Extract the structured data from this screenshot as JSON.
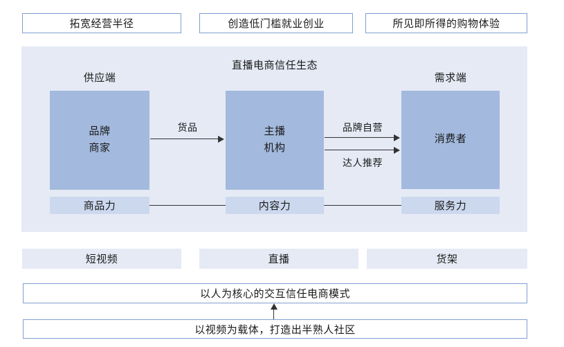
{
  "diagram": {
    "top_outcomes": [
      {
        "label": "拓宽经营半径"
      },
      {
        "label": "创造低门槛就业创业"
      },
      {
        "label": "所见即所得的购物体验"
      }
    ],
    "ecosystem": {
      "title": "直播电商信任生态",
      "supply_label": "供应端",
      "demand_label": "需求端",
      "actors": [
        {
          "line1": "品牌",
          "line2": "商家"
        },
        {
          "line1": "主播",
          "line2": "机构"
        },
        {
          "line1": "消费者",
          "line2": ""
        }
      ],
      "flows": [
        {
          "label": "货品"
        },
        {
          "label": "品牌自营"
        },
        {
          "label": "达人推荐"
        }
      ],
      "capabilities": [
        {
          "label": "商品力"
        },
        {
          "label": "内容力"
        },
        {
          "label": "服务力"
        }
      ]
    },
    "platforms": [
      {
        "label": "短视频"
      },
      {
        "label": "直播"
      },
      {
        "label": "货架"
      }
    ],
    "statements": [
      {
        "label": "以人为核心的交互信任电商模式"
      },
      {
        "label": "以视频为载体，打造出半熟人社区"
      }
    ],
    "colors": {
      "panel_bg": "#e5eaf5",
      "actor_fill": "#a3b9dd",
      "capability_fill": "#ccd8ee",
      "box_border": "#7f9fd0",
      "connector": "#333333"
    }
  }
}
